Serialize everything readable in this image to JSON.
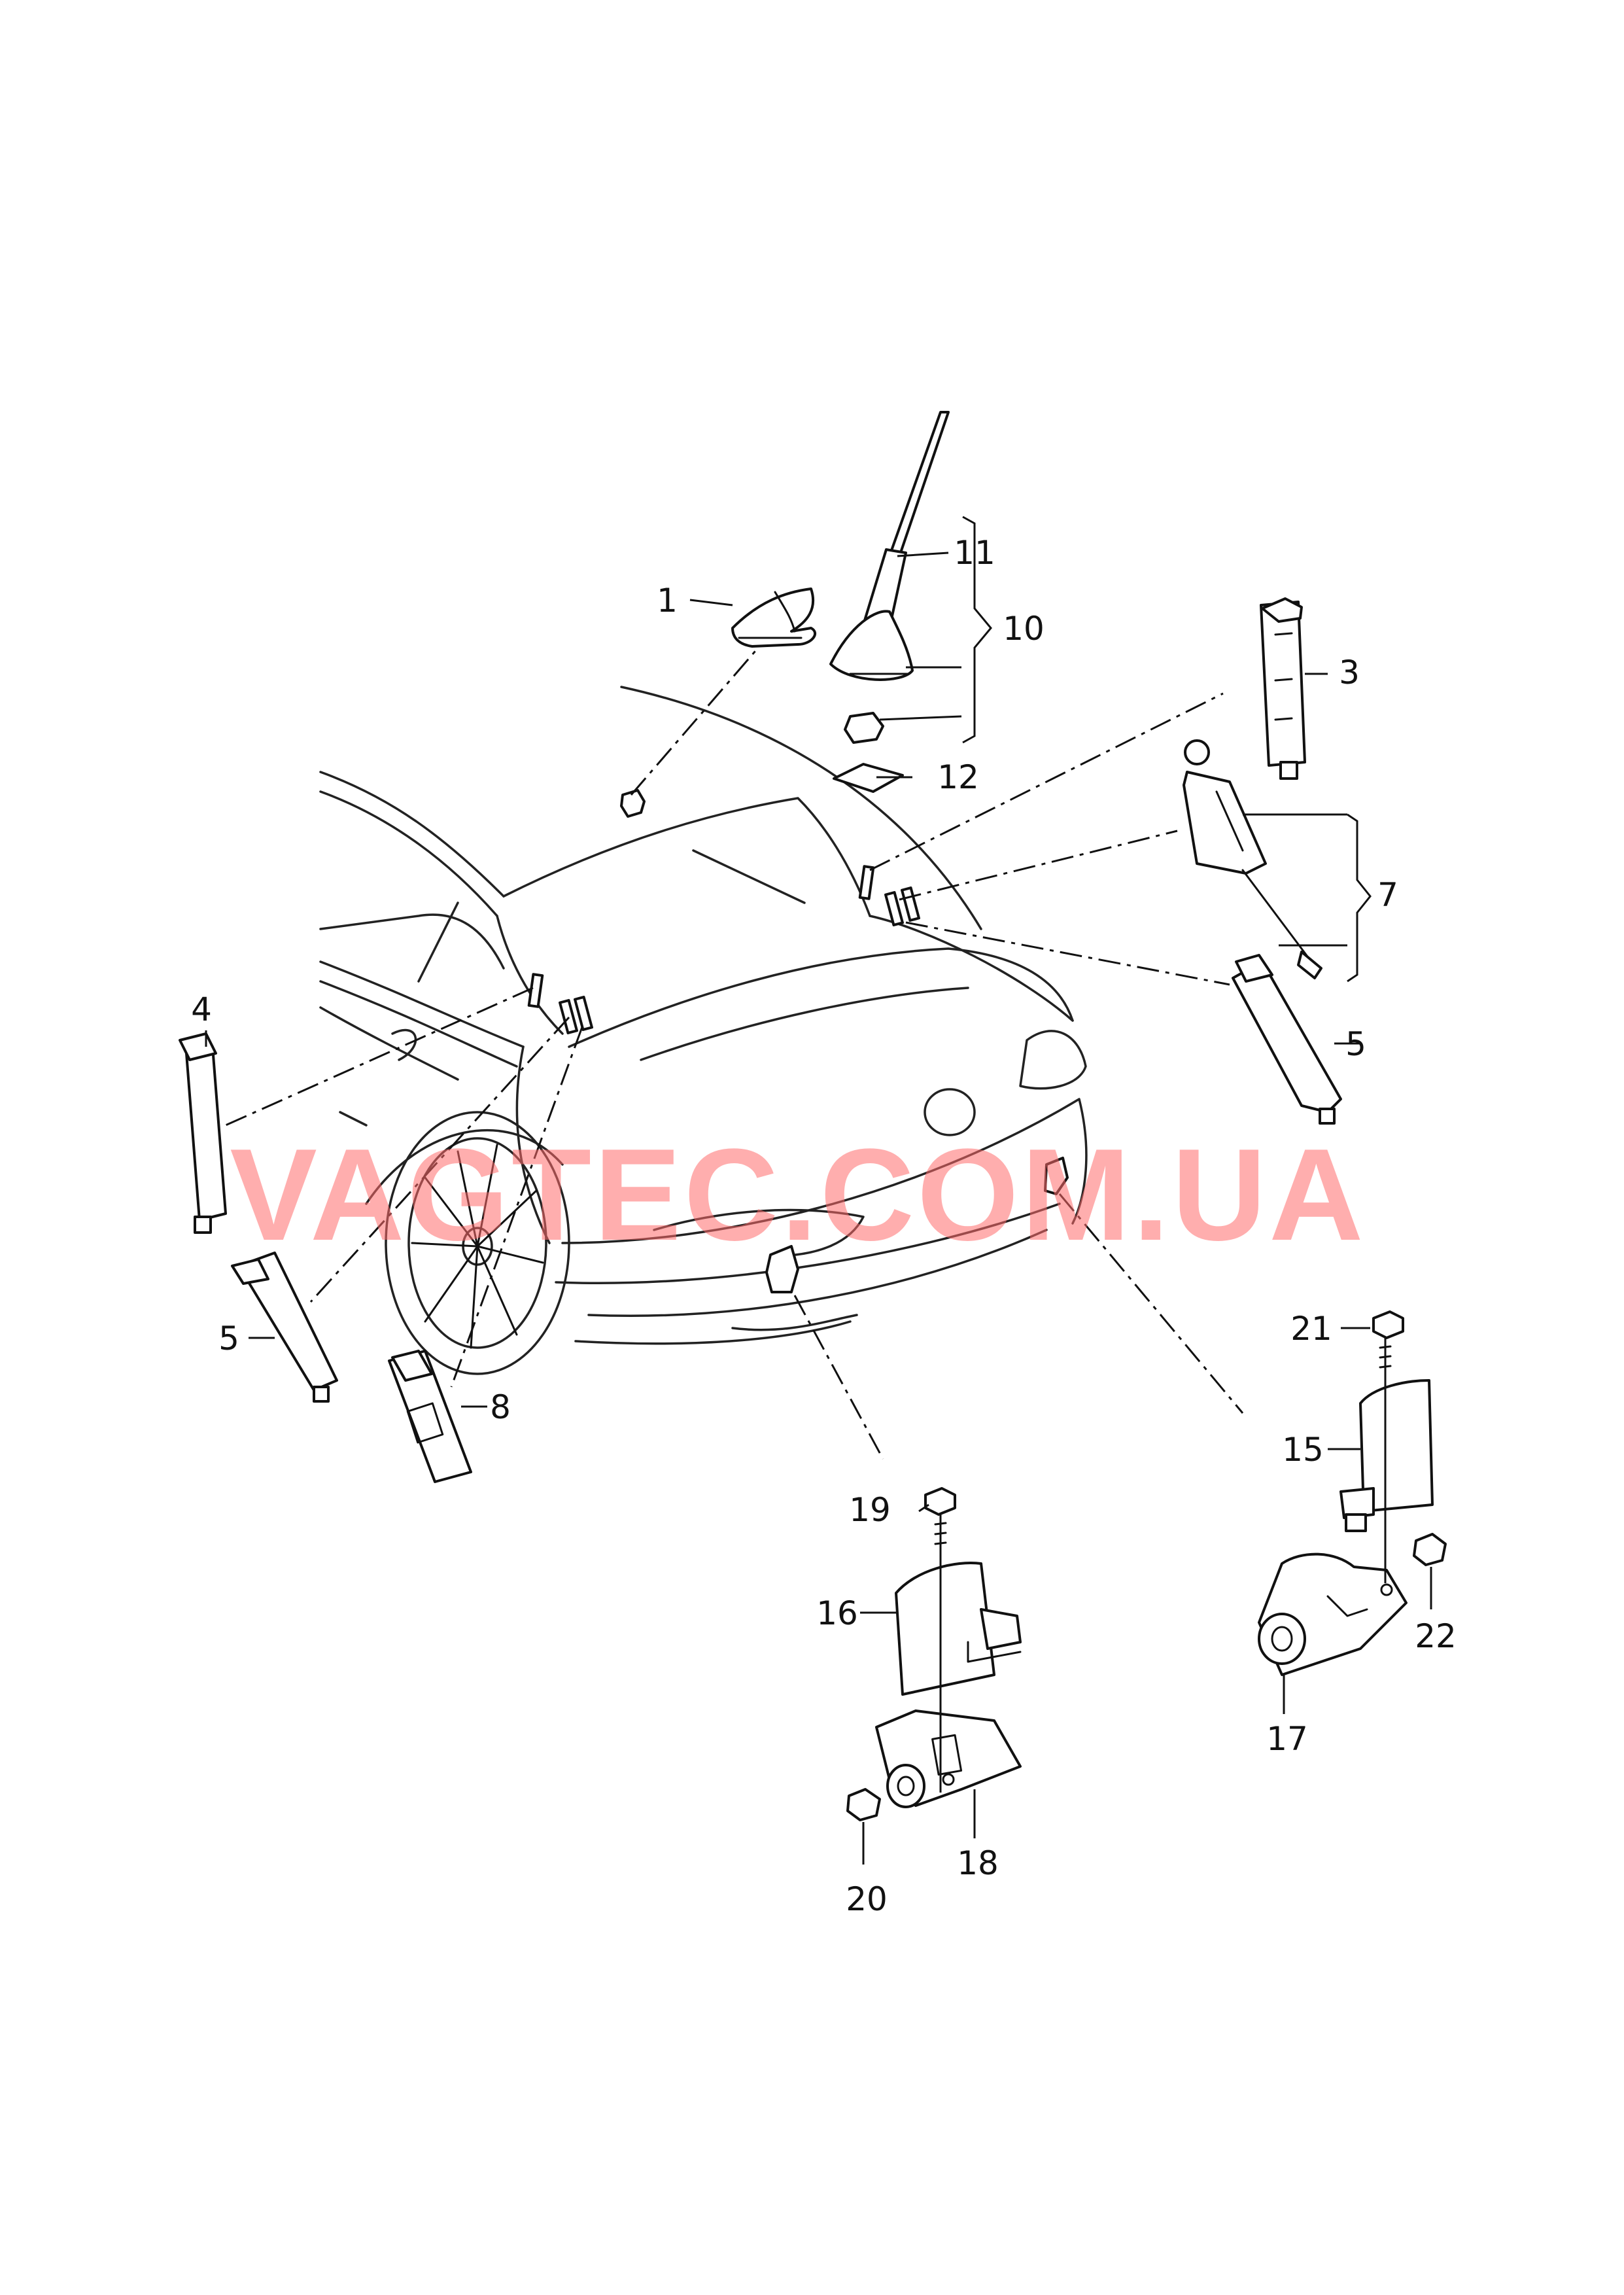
{
  "diagram": {
    "watermark": "VAGTEC.COM.UA",
    "callouts": [
      {
        "id": "c1",
        "label": "1"
      },
      {
        "id": "c3",
        "label": "3"
      },
      {
        "id": "c4",
        "label": "4"
      },
      {
        "id": "c5a",
        "label": "5"
      },
      {
        "id": "c5b",
        "label": "5"
      },
      {
        "id": "c7",
        "label": "7"
      },
      {
        "id": "c8",
        "label": "8"
      },
      {
        "id": "c10",
        "label": "10"
      },
      {
        "id": "c11",
        "label": "11"
      },
      {
        "id": "c12",
        "label": "12"
      },
      {
        "id": "c15",
        "label": "15"
      },
      {
        "id": "c16",
        "label": "16"
      },
      {
        "id": "c17",
        "label": "17"
      },
      {
        "id": "c18",
        "label": "18"
      },
      {
        "id": "c19",
        "label": "19"
      },
      {
        "id": "c20",
        "label": "20"
      },
      {
        "id": "c21",
        "label": "21"
      },
      {
        "id": "c22",
        "label": "22"
      }
    ]
  }
}
